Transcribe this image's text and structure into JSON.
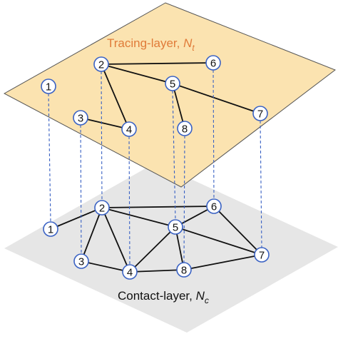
{
  "colors": {
    "tracing_plane_fill": "#fbe3b0",
    "tracing_plane_stroke": "#555555",
    "contact_plane_fill": "#e6e6e6",
    "tracing_title": "#e07b39",
    "contact_title": "#111111",
    "node_stroke": "#3a62c4",
    "edge": "#111111",
    "link": "#3a62c4"
  },
  "tracing_layer": {
    "title_text": "Tracing-layer, ",
    "title_symbol": "N",
    "title_subscript": "t",
    "nodes": [
      "1",
      "2",
      "3",
      "4",
      "5",
      "6",
      "7",
      "8"
    ],
    "edges": [
      [
        "2",
        "6"
      ],
      [
        "2",
        "5"
      ],
      [
        "2",
        "4"
      ],
      [
        "3",
        "4"
      ],
      [
        "5",
        "8"
      ],
      [
        "5",
        "7"
      ]
    ]
  },
  "contact_layer": {
    "title_text": "Contact-layer, ",
    "title_symbol": "N",
    "title_subscript": "c",
    "nodes": [
      "1",
      "2",
      "3",
      "4",
      "5",
      "6",
      "7",
      "8"
    ],
    "edges": [
      [
        "1",
        "2"
      ],
      [
        "2",
        "6"
      ],
      [
        "2",
        "3"
      ],
      [
        "2",
        "4"
      ],
      [
        "2",
        "5"
      ],
      [
        "3",
        "4"
      ],
      [
        "4",
        "5"
      ],
      [
        "4",
        "8"
      ],
      [
        "5",
        "6"
      ],
      [
        "5",
        "7"
      ],
      [
        "5",
        "8"
      ],
      [
        "6",
        "7"
      ],
      [
        "8",
        "7"
      ]
    ]
  },
  "interlayer_links": [
    "1",
    "2",
    "3",
    "4",
    "5",
    "6",
    "7",
    "8"
  ]
}
